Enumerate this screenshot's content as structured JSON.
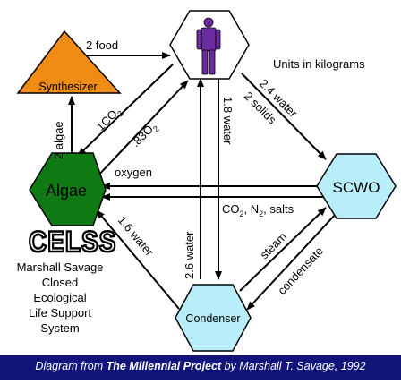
{
  "units_note": "Units in kilograms",
  "nodes": {
    "human": "",
    "synthesizer": "Synthesizer",
    "algae": "Algae",
    "scwo": "SCWO",
    "condenser": "Condenser"
  },
  "flows": {
    "food": "2  food",
    "co2_main": "1CO",
    "co2_sub": "2",
    "o2_main": ".83O",
    "o2_sub": "2",
    "water_18": "1.8  water",
    "water_24": "2.4 water",
    "solids": "2  solids",
    "algae_2": "2 algae",
    "oxygen": "oxygen",
    "co2n2_a": "CO",
    "co2n2_sub1": "2",
    "co2n2_b": ", N",
    "co2n2_sub2": "2",
    "co2n2_c": ", salts",
    "water_16": "1.6  water",
    "water_26": "2.6  water",
    "steam": "steam",
    "condensate": "condensate"
  },
  "logo_text": "CELSS",
  "system_name": [
    "Marshall Savage",
    "Closed",
    "Ecological",
    "Life Support",
    "System"
  ],
  "caption": {
    "prefix": "Diagram from ",
    "title": "The Millennial Project",
    "suffix": " by Marshall T. Savage, 1992"
  },
  "colors": {
    "synthesizer": "#f08c14",
    "algae": "#0f7a14",
    "scwo": "#b8eefa",
    "condenser": "#b8eefa",
    "human": "#6a2ba0",
    "caption_bar": "#11157a"
  }
}
